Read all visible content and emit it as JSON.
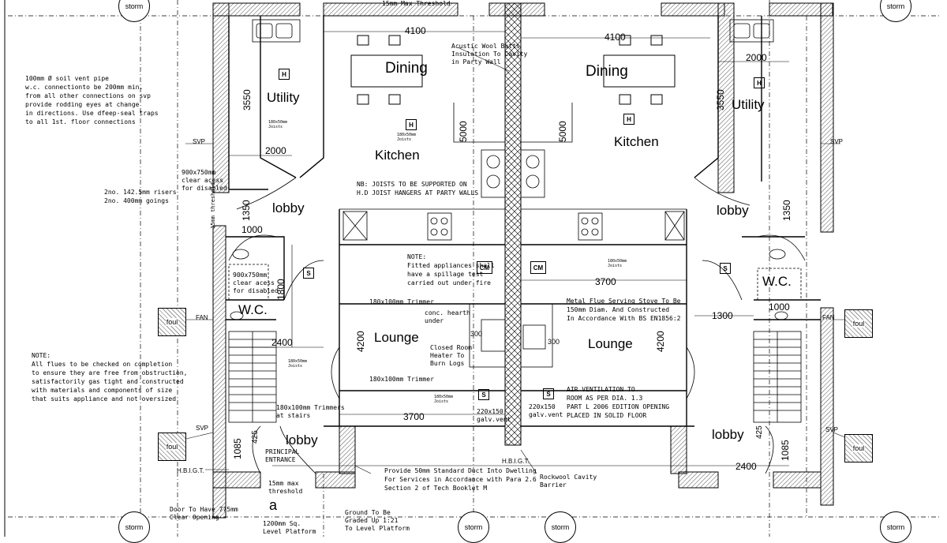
{
  "notes": {
    "svp_note": "100mm Ø soil vent pipe\nw.c. connectionto be 200mm min.\nfrom all other connections on svp\nprovide rodding eyes at change\nin directions. Use dfeep-seal traps\nto all 1st. floor connections",
    "flue_note": "NOTE:\nAll flues to be checked on completion\nto ensure they are free from obstruction,\nsatisfactorily gas tight and constructed\nwith materials and components of size\nthat suits appliance and not oversized",
    "joist_note": "NB: JOISTS TO BE SUPPORTED ON\nH.D JOIST HANGERS AT PARTY WALLS",
    "appliance_note": "NOTE:\nFitted appliances shall\nhave a spillage test\ncarried out under fire",
    "flue_stove_note": "Metal Flue Serving Stove To Be\n150mm Diam. And Constructed\nIn Accordance With BS EN1856:2",
    "air_vent_note": "AIR VENTILATION TO\nROOM AS PER DIA. 1.3\nPART L 2006 EDITION OPENING\nPLACED IN SOLID FLOOR",
    "duct_note": "Provide 50mm Standard Duct Into Dwelling\nFor Services in Accordance with Para 2.6\nSection 2 of Tech Booklet M",
    "acoustic_note": "Acustic Wool Batts\nInsulation To Cavity\nin Party Wall",
    "risers_note": "2no. 142.5mm risers\n2no. 400mm goings",
    "clear_access_1": "900x750mm\nclear acess\nfor disabled",
    "clear_access_2": "900x750mm\nclear acess\nfor disabled",
    "hearth_note": "conc. hearth\nunder",
    "heater_note": "Closed Room\nHeater To\nBurn Logs",
    "door_note": "Door To Have 775mm\nClear Opening",
    "ground_note": "Ground To Be\nGraded Up 1:21\nTo Level Platform",
    "platform_note": "1200mm Sq.\nLevel Platform",
    "threshold_top": "15mm Max Threshold",
    "threshold_bottom": "15mm max\nthreshold",
    "threshold_side": "15mm threshold",
    "rockwool_note": "Rockwool Cavity\nBarrier",
    "principal_entrance": "PRINCIPAL\nENTRANCE",
    "trimmer_1": "180x100mm Trimmer",
    "trimmer_2": "180x100mm Trimmer",
    "trimmer_stairs": "180x100mm Trimmers\nat stairs",
    "galv_vent_left": "220x150\ngalv.vent",
    "galv_vent_right": "220x150\ngalv.vent",
    "joist_labels": [
      "180x50mm\nJoists",
      "180x50mm\nJoists",
      "180x50mm\nJoists",
      "180x50mm\nJoists",
      "180x50mm\nJoists"
    ]
  },
  "rooms": {
    "dining_left": "Dining",
    "dining_right": "Dining",
    "utility_left": "Utility",
    "utility_right": "Utility",
    "kitchen_left": "Kitchen",
    "kitchen_right": "Kitchen",
    "lobby_left": "lobby",
    "lobby_right": "lobby",
    "lobby_front_left": "lobby",
    "lobby_front_right": "lobby",
    "wc_left": "W.C.",
    "wc_right": "W.C.",
    "lounge_left": "Lounge",
    "lounge_right": "Lounge"
  },
  "dimensions": {
    "d4100_left": "4100",
    "d4100_right": "4100",
    "d2000_left": "2000",
    "d2000_right": "2000",
    "d3550_left": "3550",
    "d3550_right": "3550",
    "d5000_a": "5000",
    "d5000_b": "5000",
    "d1350_left": "1350",
    "d1350_right": "1350",
    "d1000_left": "1000",
    "d1000_right": "1000",
    "d1800": "1800",
    "d2400_left": "2400",
    "d2400_right": "2400",
    "d4200_left": "4200",
    "d4200_right": "4200",
    "d3700_left": "3700",
    "d3700_right": "3700",
    "d300_left": "300",
    "d300_right": "300",
    "d1300": "1300",
    "d1085_left": "1085",
    "d1085_right": "1085",
    "d425_left": "425",
    "d425_right": "425"
  },
  "markers": {
    "storm": "storm",
    "foul": "foul",
    "svp": "SVP",
    "fan": "FAN",
    "hbigt": "H.B.I.G.T.",
    "a_marker": "a",
    "cm": "CM",
    "s": "S",
    "h": "H"
  }
}
